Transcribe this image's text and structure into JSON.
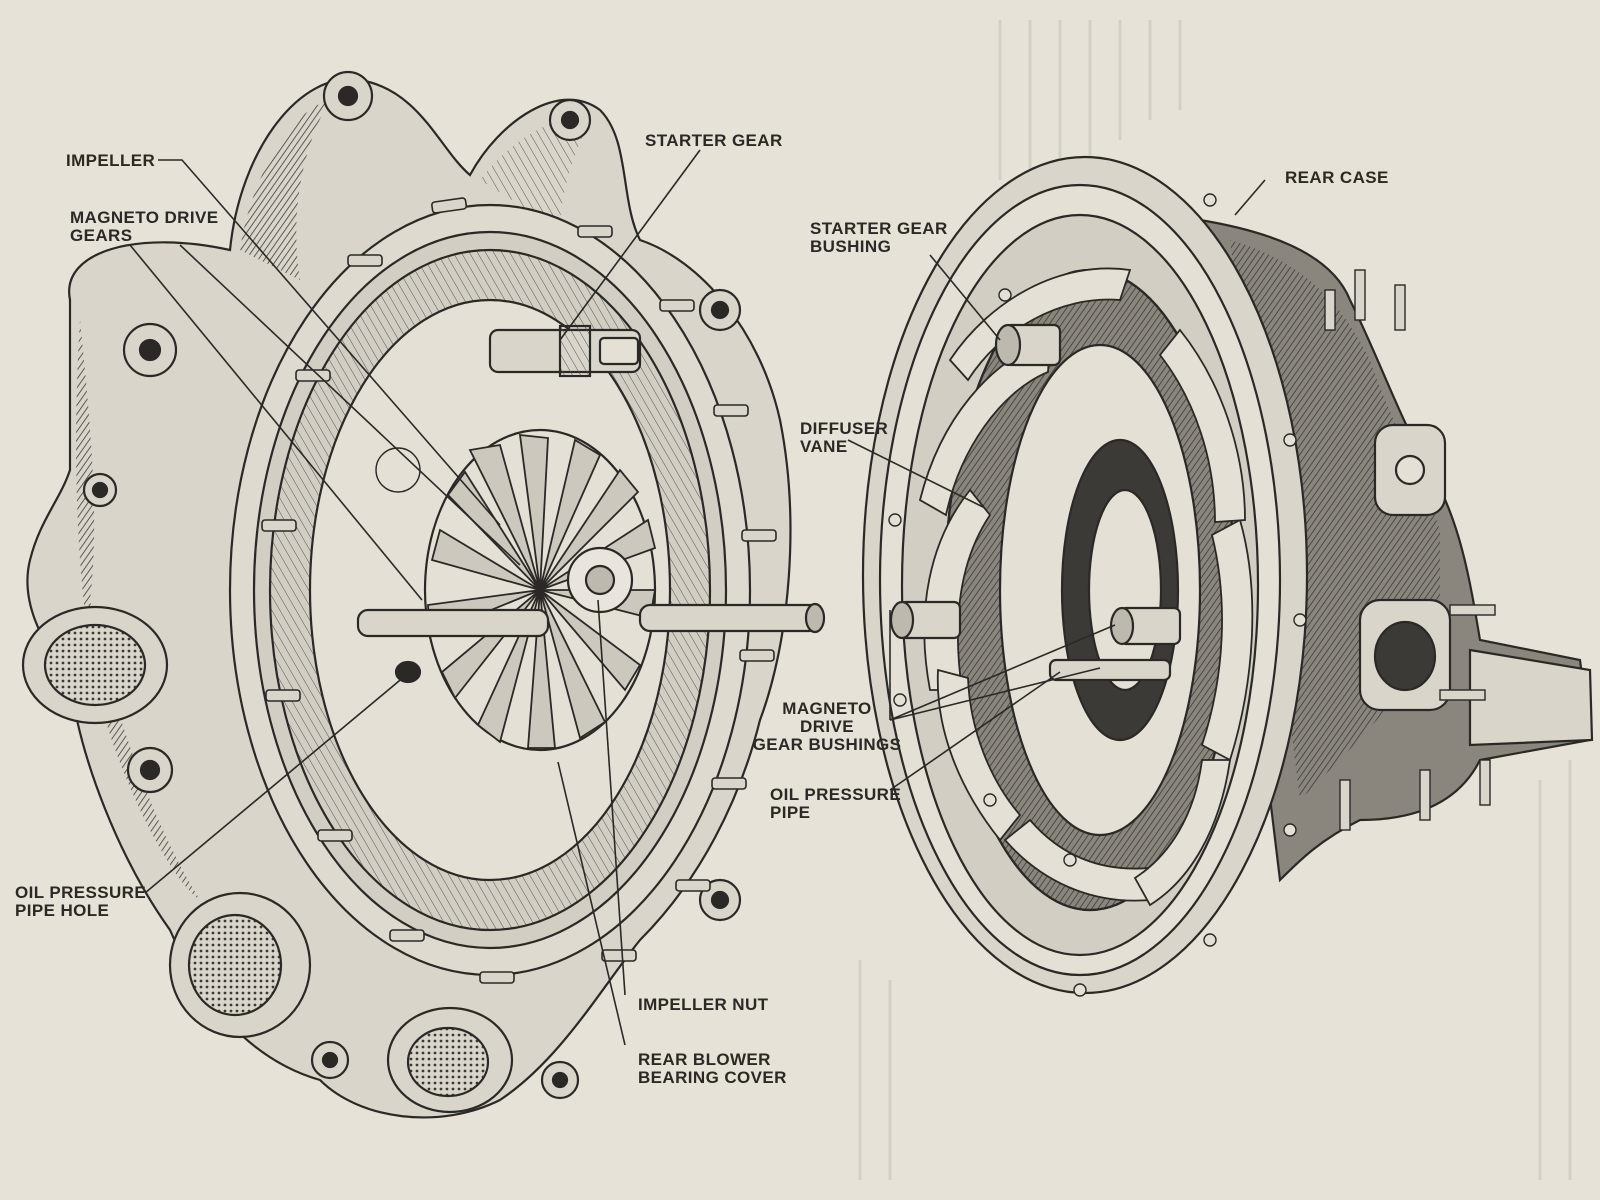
{
  "labels": {
    "impeller": [
      "IMPELLER"
    ],
    "magneto_drive_gears": [
      "MAGNETO DRIVE",
      "GEARS"
    ],
    "starter_gear": [
      "STARTER GEAR"
    ],
    "oil_pressure_pipe_hole": [
      "OIL PRESSURE",
      "PIPE HOLE"
    ],
    "impeller_nut": [
      "IMPELLER NUT"
    ],
    "rear_blower_bearing_cover": [
      "REAR BLOWER",
      "BEARING COVER"
    ],
    "starter_gear_bushing": [
      "STARTER GEAR",
      "BUSHING"
    ],
    "diffuser_vane": [
      "DIFFUSER",
      "VANE"
    ],
    "magneto_drive_gear_bushings": [
      "MAGNETO",
      "DRIVE",
      "GEAR BUSHINGS"
    ],
    "oil_pressure_pipe": [
      "OIL PRESSURE",
      "PIPE"
    ],
    "rear_case": [
      "REAR CASE"
    ]
  },
  "colors": {
    "paper": "#e6e2d8",
    "ink": "#2a2926",
    "metal": "#d9d5cb",
    "shade": "#8a867d",
    "dark": "#3b3a36"
  }
}
